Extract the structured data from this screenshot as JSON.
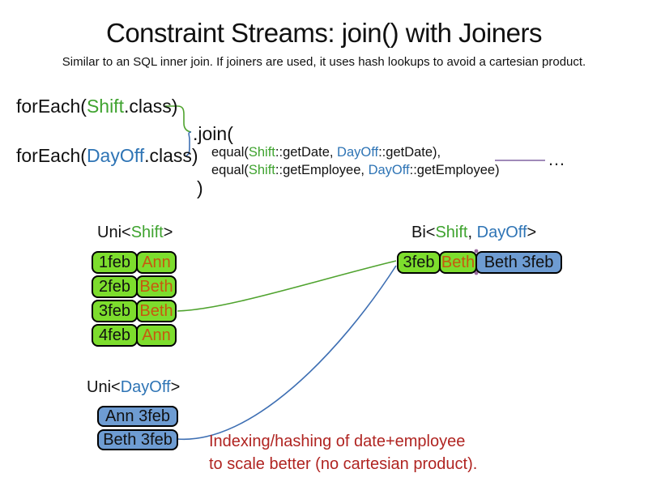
{
  "slide": {
    "title": "Constraint Streams: join() with Joiners",
    "subtitle": "Similar to an SQL inner join. If joiners are used, it uses hash lookups to avoid a cartesian product."
  },
  "code": {
    "foreach_shift": {
      "pre": "forEach(",
      "cls": "Shift",
      "post": ".class)"
    },
    "foreach_dayoff": {
      "pre": "forEach(",
      "cls": "DayOff",
      "post": ".class)"
    },
    "join_open": ".join(",
    "equal_date": {
      "pre": "equal(",
      "shift": "Shift",
      "mid": "::getDate, ",
      "dayoff": "DayOff",
      "post": "::getDate),"
    },
    "equal_employee": {
      "pre": "equal(",
      "shift": "Shift",
      "mid": "::getEmployee, ",
      "dayoff": "DayOff",
      "post": "::getEmployee)"
    },
    "join_close": ")",
    "ellipsis": "…"
  },
  "uni_shift": {
    "label": {
      "pre": "Uni<",
      "type": "Shift",
      "post": ">"
    },
    "rows": [
      {
        "date": "1feb",
        "name": "Ann"
      },
      {
        "date": "2feb",
        "name": "Beth"
      },
      {
        "date": "3feb",
        "name": "Beth"
      },
      {
        "date": "4feb",
        "name": "Ann"
      }
    ]
  },
  "bi": {
    "label": {
      "pre": "Bi<",
      "shift": "Shift",
      "sep": ", ",
      "dayoff": "DayOff",
      "post": ">"
    },
    "row": {
      "date": "3feb",
      "name": "Beth",
      "dayoff": "Beth 3feb"
    }
  },
  "uni_dayoff": {
    "label": {
      "pre": "Uni<",
      "type": "DayOff",
      "post": ">"
    },
    "rows": [
      "Ann 3feb",
      "Beth 3feb"
    ]
  },
  "note": {
    "line1": "Indexing/hashing of date+employee",
    "line2": "to scale better (no cartesian product)."
  },
  "colors": {
    "shift_green_fill": "#7ddd2d",
    "dayoff_blue_fill": "#6e9cd2",
    "shift_text_green": "#3fa32f",
    "dayoff_text_blue": "#2e74b5",
    "employee_orange": "#c7590f",
    "note_red": "#b02421",
    "joiner_purple": "#8064a2",
    "connector_green": "#4fa32e",
    "connector_blue": "#3e6fb3"
  }
}
